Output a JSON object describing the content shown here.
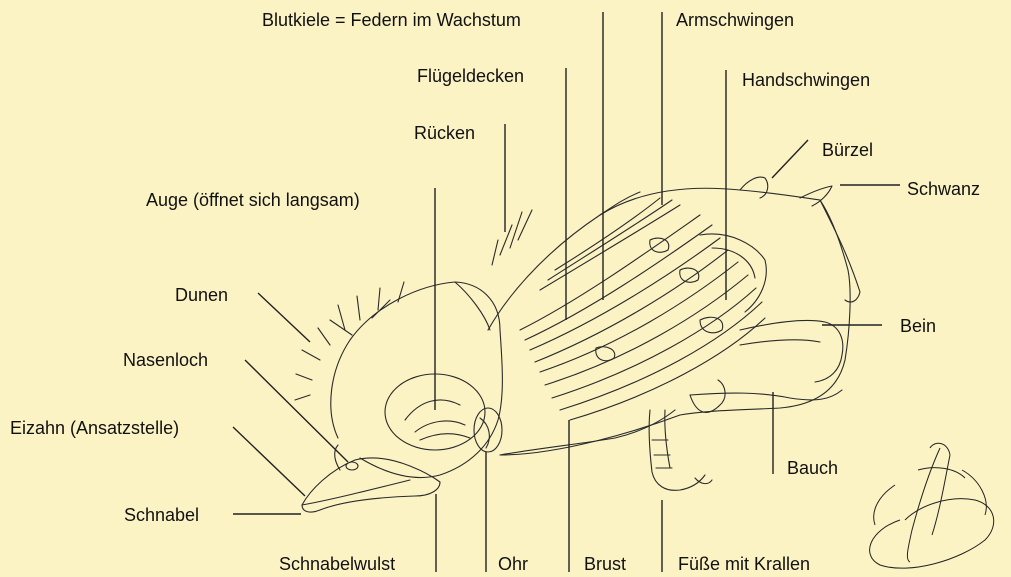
{
  "diagram": {
    "background_color": "#fcf3c5",
    "line_color": "#2a2a2a",
    "labels": {
      "blutkiele": "Blutkiele = Federn im Wachstum",
      "armschwingen": "Armschwingen",
      "fluegeldecken": "Flügeldecken",
      "handschwingen": "Handschwingen",
      "ruecken": "Rücken",
      "buerzel": "Bürzel",
      "schwanz": "Schwanz",
      "auge": "Auge (öffnet sich langsam)",
      "dunen": "Dunen",
      "bein": "Bein",
      "nasenloch": "Nasenloch",
      "eizahn": "Eizahn (Ansatzstelle)",
      "bauch": "Bauch",
      "schnabel": "Schnabel",
      "schnabelwulst": "Schnabelwulst",
      "ohr": "Ohr",
      "brust": "Brust",
      "fuesse": "Füße mit Krallen"
    },
    "signature": "signature-monogram"
  }
}
